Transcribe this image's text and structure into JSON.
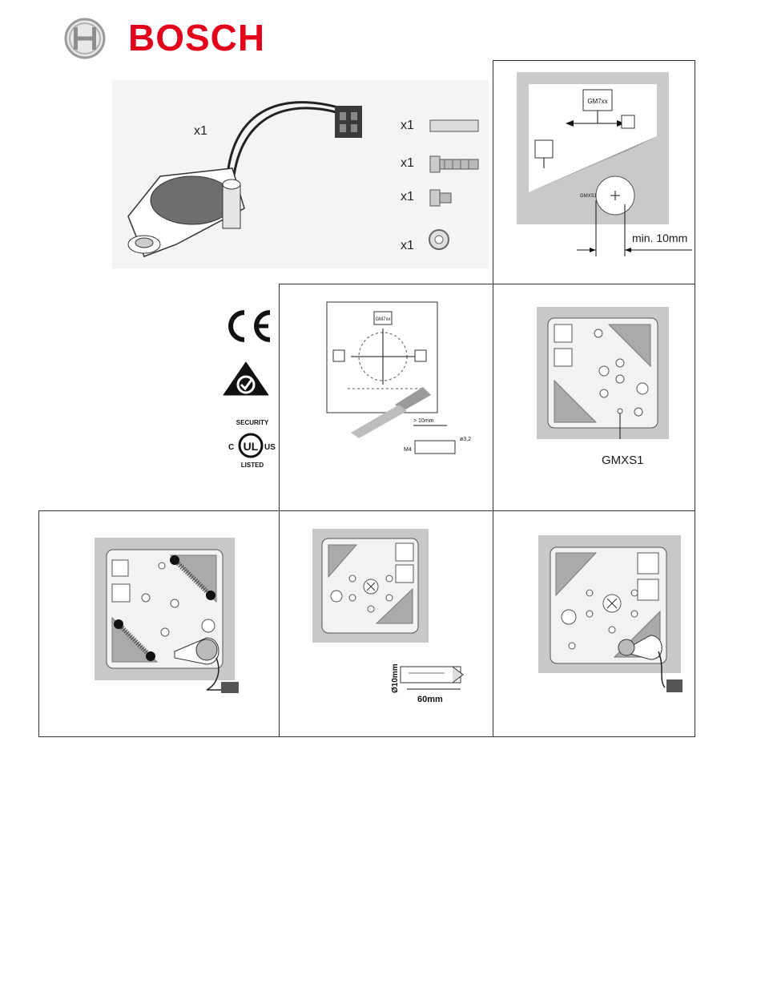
{
  "brand": {
    "name": "BOSCH"
  },
  "kit": {
    "sensor_qty": "x1",
    "parts": [
      {
        "qty": "x1",
        "icon": "sleeve-tube"
      },
      {
        "qty": "x1",
        "icon": "long-screw"
      },
      {
        "qty": "x1",
        "icon": "short-screw"
      },
      {
        "qty": "x1",
        "icon": "washer"
      }
    ]
  },
  "certs": {
    "ce": "CE",
    "ul_top": "SECURITY",
    "ul_left": "C",
    "ul_mid": "UL",
    "ul_right": "US",
    "ul_bottom": "LISTED"
  },
  "panels": {
    "p1": {
      "device": "GM7xx",
      "sensor": "GMXS1",
      "dim": "min. 10mm"
    },
    "p2": {
      "device": "GM7xx",
      "dist": "> 10mm",
      "dia": "ø3,2",
      "thread": "M4"
    },
    "p3": {
      "sensor": "GMXS1"
    },
    "p5": {
      "dia": "Ø10mm",
      "depth": "60mm"
    }
  }
}
